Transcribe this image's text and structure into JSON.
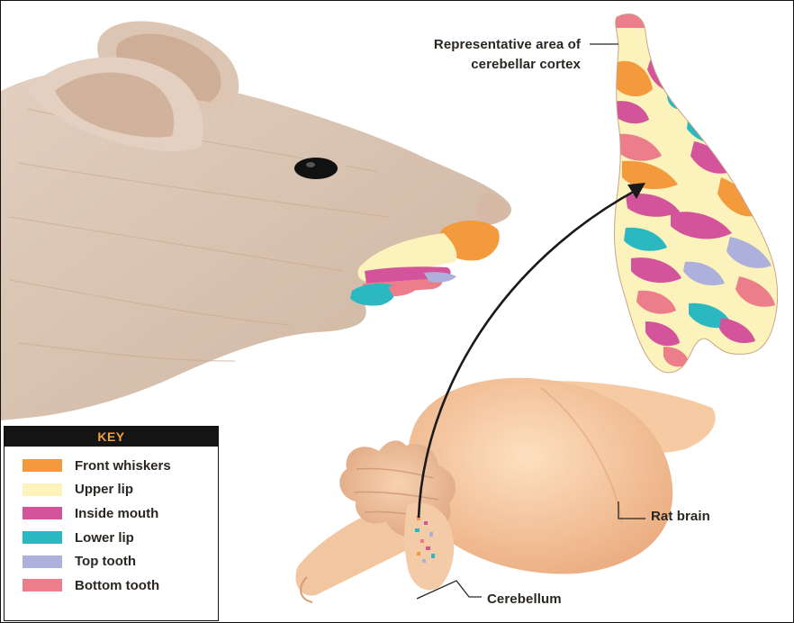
{
  "labels": {
    "cortex_line1": "Representative area of",
    "cortex_line2": "cerebellar cortex",
    "rat_brain": "Rat brain",
    "cerebellum": "Cerebellum"
  },
  "key": {
    "title": "KEY",
    "items": [
      {
        "label": "Front whiskers",
        "color": "#f29a3c"
      },
      {
        "label": "Upper lip",
        "color": "#fbf2bc"
      },
      {
        "label": "Inside mouth",
        "color": "#d3549a"
      },
      {
        "label": "Lower lip",
        "color": "#2bb8c0"
      },
      {
        "label": "Top tooth",
        "color": "#aeb0dc"
      },
      {
        "label": "Bottom tooth",
        "color": "#ec7d8a"
      }
    ]
  },
  "colors": {
    "fur": "#dcc8b6",
    "fur_dark": "#b99e88",
    "ear_inner": "#cdb09a",
    "brain": "#f6cba4",
    "brain_shadow": "#e8a97c",
    "arrow": "#1a1a1a"
  }
}
